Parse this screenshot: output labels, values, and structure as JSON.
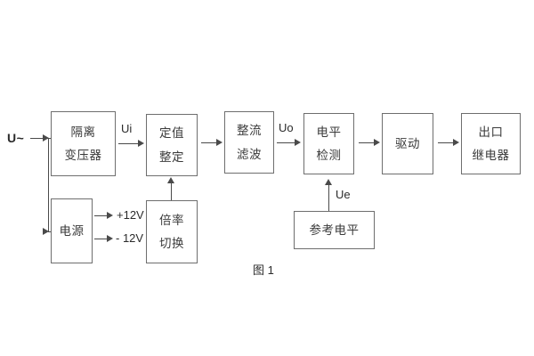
{
  "figure": {
    "caption": "图 1",
    "colors": {
      "background": "#ffffff",
      "block_border": "#6e6e6e",
      "connector": "#4a4a4a",
      "block_text": "#3a3a3a",
      "label_text": "#2b2b2b"
    }
  },
  "blocks": [
    {
      "id": "isolation-transformer",
      "lines": [
        "隔离",
        "变压器"
      ]
    },
    {
      "id": "setting-value",
      "lines": [
        "定值",
        "整定"
      ]
    },
    {
      "id": "rectify-filter",
      "lines": [
        "整流",
        "滤波"
      ]
    },
    {
      "id": "level-detect",
      "lines": [
        "电平",
        "检测"
      ]
    },
    {
      "id": "drive",
      "lines": [
        "驱动"
      ]
    },
    {
      "id": "output-relay",
      "lines": [
        "出口",
        "继电器"
      ]
    },
    {
      "id": "power-supply",
      "lines": [
        "电源"
      ]
    },
    {
      "id": "multiplier-switch",
      "lines": [
        "倍率",
        "切换"
      ]
    },
    {
      "id": "reference-level",
      "lines": [
        "参考电平"
      ]
    }
  ],
  "labels": {
    "input_source": "U~",
    "ui": "Ui",
    "uo": "Uo",
    "ue": "Ue",
    "rail_positive": "+12V",
    "rail_negative": "- 12V"
  }
}
